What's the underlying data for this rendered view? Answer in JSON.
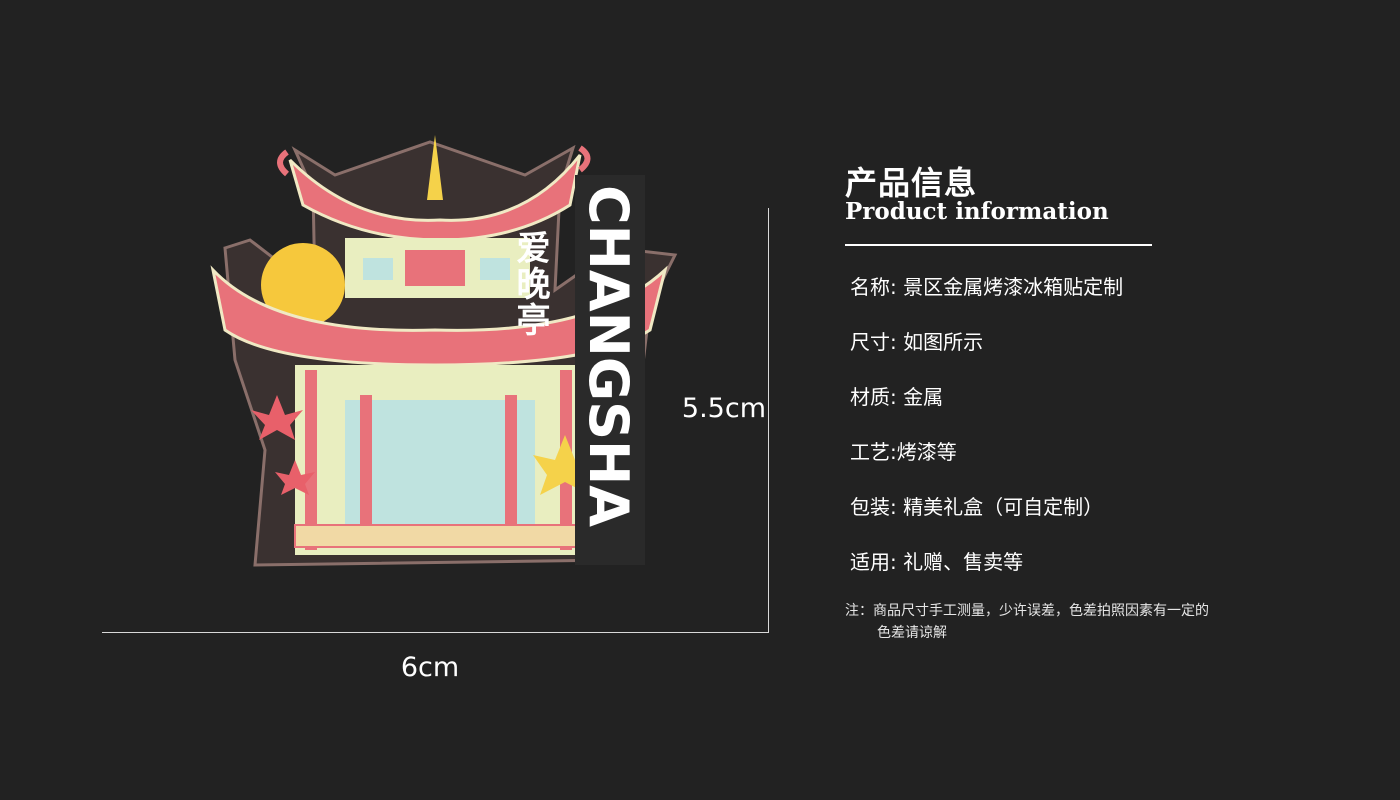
{
  "product": {
    "sign_cn": "爱晚亭",
    "sign_en": "CHANGSHA",
    "colors": {
      "roof": "#e8727a",
      "trim": "#e9eec0",
      "sky": "#bfe3df",
      "sun": "#f6c83c",
      "leaf_red": "#e8606a",
      "leaf_yellow": "#f5d24a",
      "frame": "#2a2a2a"
    }
  },
  "dimensions": {
    "width_label": "6cm",
    "height_label": "5.5cm"
  },
  "info": {
    "title_cn": "产品信息",
    "title_en": "Product information",
    "specs": [
      "名称: 景区金属烤漆冰箱贴定制",
      "尺寸: 如图所示",
      "材质: 金属",
      "工艺:烤漆等",
      "包装: 精美礼盒（可自定制）",
      "适用: 礼赠、售卖等"
    ],
    "note_line1": "注：商品尺寸手工测量，少许误差，色差拍照因素有一定的",
    "note_line2": "色差请谅解"
  }
}
